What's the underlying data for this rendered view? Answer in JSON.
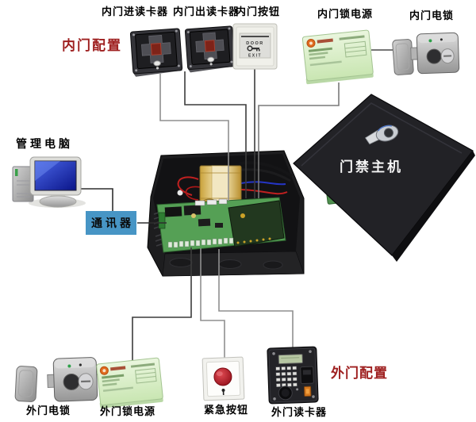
{
  "labels": {
    "inner_entry_reader": "内门进读卡器",
    "inner_exit_reader": "内门出读卡器",
    "inner_button": "内门按钮",
    "inner_lock_power": "内门锁电源",
    "inner_lock": "内门电锁",
    "inner_config": "内门配置",
    "manage_pc": "管理电脑",
    "communicator": "通讯器",
    "main_unit": "门禁主机",
    "outer_lock": "外门电锁",
    "outer_lock_power": "外门锁电源",
    "emergency_button": "紧急按钮",
    "outer_reader": "外门读卡器",
    "outer_config": "外门配置"
  },
  "exit_button_face": {
    "line1": "DOOR",
    "line2": "EXIT"
  },
  "colors": {
    "config_label_red": "#9e1f1f",
    "communicator_bg": "#4795c5",
    "power_supply_green": "#d9eec8",
    "pcb_green": "#4f9e4f",
    "alarm_button_red": "#b01020",
    "monitor_screen_blue": "#2238c8",
    "enclosure_black": "#1d1d1f"
  }
}
